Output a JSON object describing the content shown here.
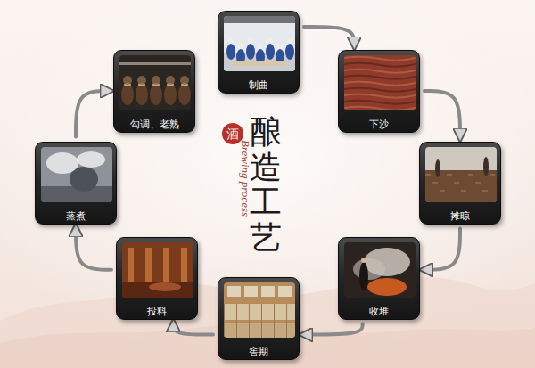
{
  "diagram": {
    "title": "酿造工艺",
    "nodes": [
      {
        "text": [
          "制曲"
        ]
      },
      {
        "text": [
          "下沙"
        ]
      },
      {
        "text": [
          "摊晾"
        ]
      },
      {
        "text": [
          "收堆"
        ]
      },
      {
        "text": [
          "窖期"
        ]
      },
      {
        "text": [
          "投料"
        ]
      },
      {
        "text": [
          "蒸煮"
        ]
      },
      {
        "text": [
          "勾调、老熟"
        ]
      }
    ],
    "edges": [
      {
        "from": 0,
        "to": 1,
        "arrow": "to"
      },
      {
        "from": 1,
        "to": 2,
        "arrow": "to"
      },
      {
        "from": 2,
        "to": 3,
        "arrow": "to"
      },
      {
        "from": 3,
        "to": 4,
        "arrow": "to"
      },
      {
        "from": 4,
        "to": 5,
        "arrow": "to"
      },
      {
        "from": 5,
        "to": 6,
        "arrow": "to"
      },
      {
        "from": 6,
        "to": 7,
        "arrow": "to"
      }
    ],
    "labels": [
      "Brewing process",
      "酒"
    ]
  }
}
